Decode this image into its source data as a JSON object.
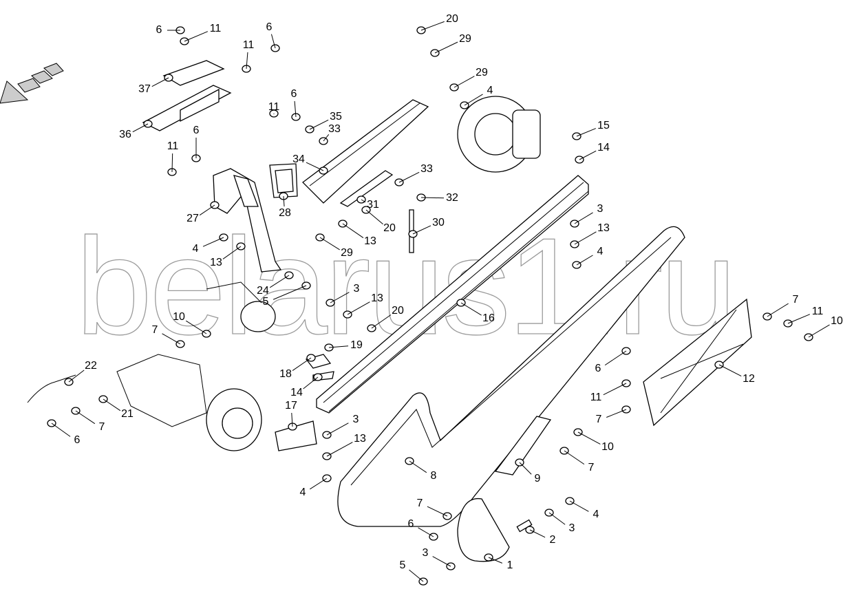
{
  "diagram": {
    "watermark": "belarus1.ru",
    "callouts": [
      "6",
      "11",
      "6",
      "11",
      "37",
      "36",
      "11",
      "6",
      "35",
      "33",
      "34",
      "11",
      "6",
      "27",
      "28",
      "31",
      "33",
      "32",
      "20",
      "13",
      "29",
      "30",
      "4",
      "13",
      "24",
      "5",
      "3",
      "13",
      "20",
      "16",
      "10",
      "7",
      "19",
      "18",
      "14",
      "22",
      "21",
      "7",
      "6",
      "17",
      "3",
      "13",
      "4",
      "8",
      "9",
      "10",
      "7",
      "20",
      "29",
      "29",
      "4",
      "15",
      "14",
      "3",
      "13",
      "4",
      "7",
      "11",
      "10",
      "12",
      "6",
      "11",
      "7",
      "7",
      "6",
      "3",
      "5",
      "1",
      "2",
      "3",
      "4"
    ]
  }
}
